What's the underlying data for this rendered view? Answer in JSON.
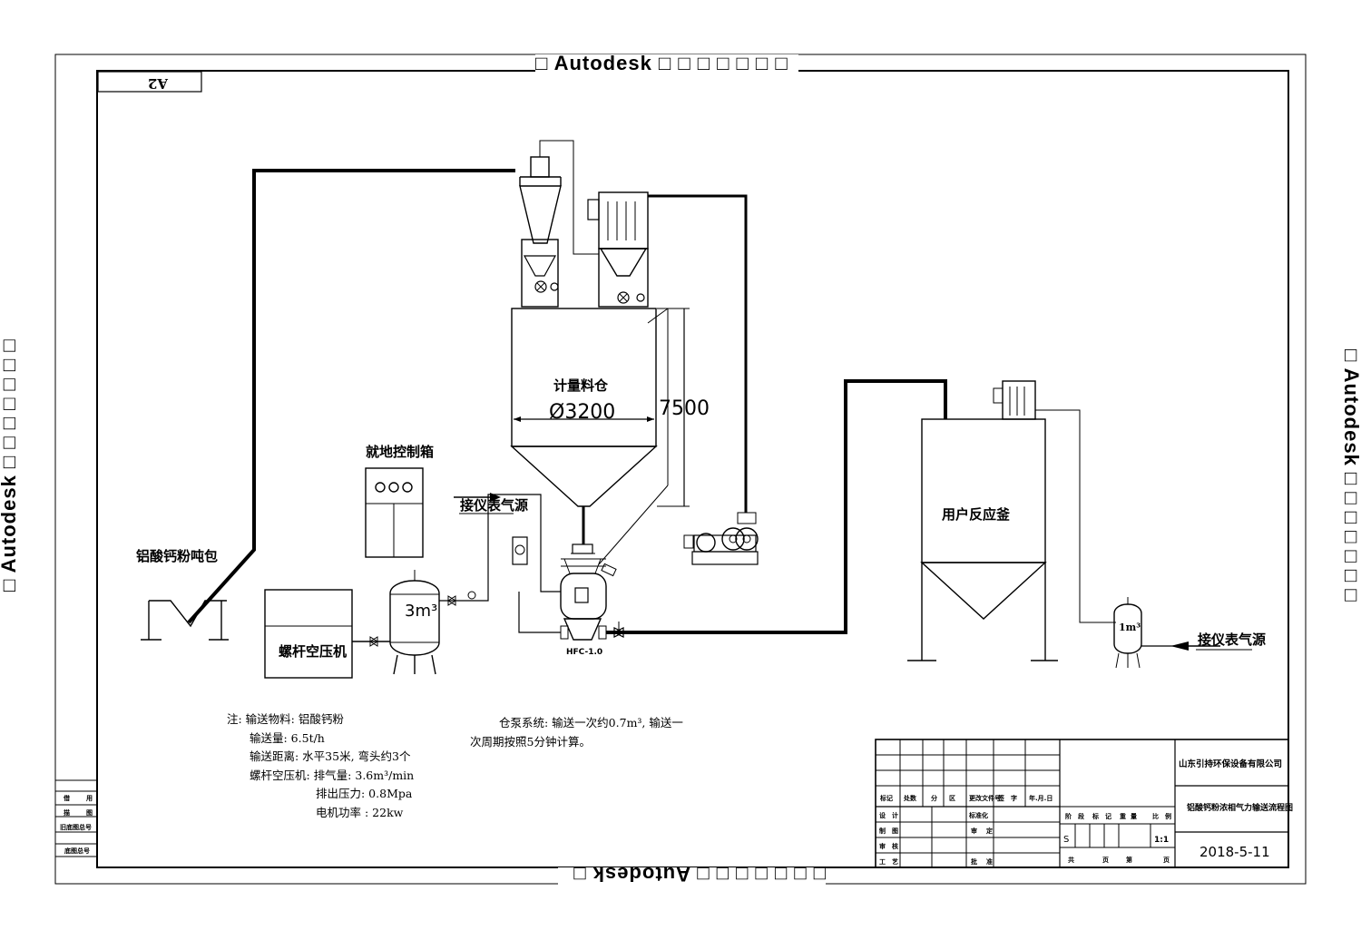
{
  "watermark": {
    "top": "□ Autodesk □ □ □ □ □ □ □",
    "bottom": "□ □ □ □ □ □ □ Autodesk □",
    "left": "□ Autodesk □ □ □ □ □ □ □",
    "right": "□ Autodesk □ □ □ □ □ □ □"
  },
  "sheet_size": "A2",
  "labels": {
    "bag": "铝酸钙粉吨包",
    "control_box": "就地控制箱",
    "air_source_1": "接仪表气源",
    "air_source_2": "接仪表气源",
    "compressor": "螺杆空压机",
    "tank_volume": "3m³",
    "small_tank_volume": "1m³",
    "pump_model": "HFC-1.0",
    "silo": "计量料仓",
    "diameter": "Ø3200",
    "height": "7500",
    "reactor": "用户反应釜"
  },
  "notes": {
    "left": [
      "注: 输送物料: 铝酸钙粉",
      "输送量: 6.5t/h",
      "输送距离: 水平35米, 弯头约3个",
      "螺杆空压机: 排气量: 3.6m³/min",
      "排出压力: 0.8Mpa",
      "电机功率 : 22kw"
    ],
    "right": [
      "仓泵系统: 输送一次约0.7m³, 输送一",
      "次周期按照5分钟计算。"
    ]
  },
  "title_block": {
    "company": "山东引持环保设备有限公司",
    "drawing_title": "铝酸钙粉浓相气力输送流程图",
    "date": "2018-5-11",
    "scale": "1:1",
    "stage": "S",
    "rev_headers": [
      "标记",
      "处数",
      "分",
      "区",
      "更改文件号",
      "签",
      "字",
      "年.月.日"
    ],
    "role_rows": [
      [
        "设",
        "计",
        "标准化"
      ],
      [
        "制",
        "图",
        "审",
        "定"
      ],
      [
        "审",
        "核"
      ],
      [
        "工",
        "艺",
        "批",
        "准"
      ]
    ],
    "stage_headers": [
      "阶",
      "段",
      "标",
      "记",
      "重",
      "量",
      "比",
      "例"
    ],
    "sheet_row": [
      "共",
      "页",
      "第",
      "页"
    ],
    "left_stamp": [
      "借",
      "用",
      "描",
      "图",
      "旧底图总号",
      "底图总号"
    ]
  }
}
